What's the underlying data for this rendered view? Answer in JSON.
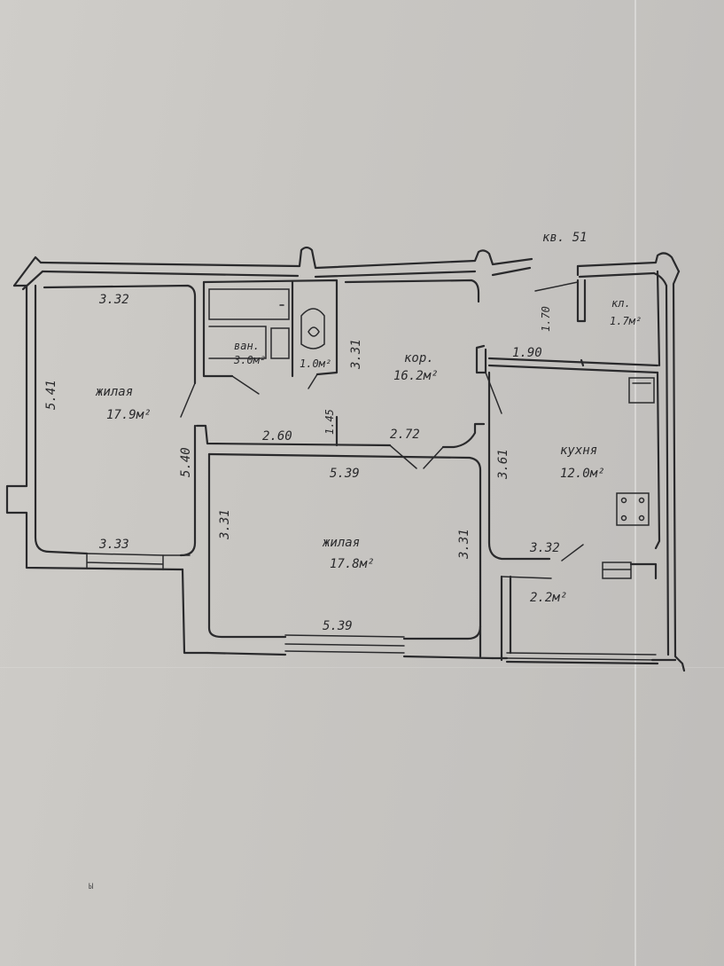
{
  "apartment_label": "кв. 51",
  "rooms": {
    "living1": {
      "name": "жилая",
      "area": "17.9м²"
    },
    "living2": {
      "name": "жилая",
      "area": "17.8м²"
    },
    "bath": {
      "name": "ван.",
      "area": "3.0м²"
    },
    "wc": {
      "area": "1.0м²"
    },
    "corridor": {
      "name": "кор.",
      "area": "16.2м²"
    },
    "pantry": {
      "name": "кл.",
      "area": "1.7м²"
    },
    "kitchen": {
      "name": "кухня",
      "area": "12.0м²"
    },
    "balcony": {
      "area": "2.2м²"
    }
  },
  "dimensions": {
    "living1_top": "3.32",
    "living1_left": "5.41",
    "living1_right": "5.40",
    "living1_bottom": "3.33",
    "bath_height": "3.31",
    "corridor_passage": "1.45",
    "corridor_left": "2.60",
    "corridor_right": "2.72",
    "living2_top": "5.39",
    "living2_left": "3.31",
    "living2_right": "3.31",
    "living2_bottom": "5.39",
    "pantry_height": "1.70",
    "pantry_width": "1.90",
    "kitchen_height": "3.61",
    "kitchen_bottom": "3.32"
  },
  "footer_mark": "Ы"
}
